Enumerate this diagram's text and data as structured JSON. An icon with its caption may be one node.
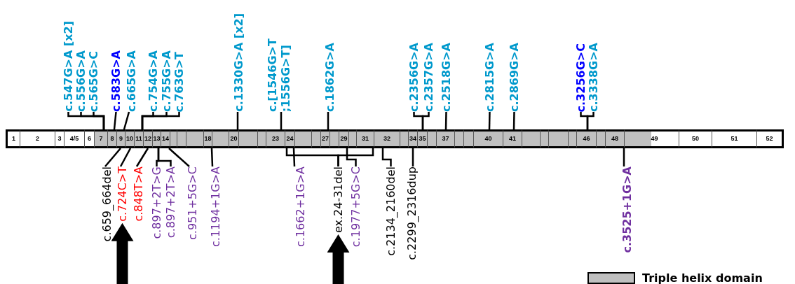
{
  "diagram": {
    "nodes": [
      {
        "text": [
          "c.547G>A [x2]"
        ]
      },
      {
        "text": [
          "c.556G>A"
        ]
      },
      {
        "text": [
          "c.565G>C"
        ]
      },
      {
        "text": [
          "c.583G>A"
        ]
      },
      {
        "text": [
          "c.665G>A"
        ]
      },
      {
        "text": [
          "c.754G>A"
        ]
      },
      {
        "text": [
          "c.755G>A"
        ]
      },
      {
        "text": [
          "c.763G>T"
        ]
      },
      {
        "text": [
          "c.1330G>A [x2]"
        ]
      },
      {
        "text": [
          "c.[1546G>T ;1556G>T]"
        ]
      },
      {
        "text": [
          "c.1862G>A"
        ]
      },
      {
        "text": [
          "c.2356G>A"
        ]
      },
      {
        "text": [
          "c.2357G>A"
        ]
      },
      {
        "text": [
          "c.2518G>A"
        ]
      },
      {
        "text": [
          "c.2815G>A"
        ]
      },
      {
        "text": [
          "c.2869G>A"
        ]
      },
      {
        "text": [
          "c.3256G>C"
        ]
      },
      {
        "text": [
          "c.3338G>A"
        ]
      },
      {
        "text": [
          "1"
        ]
      },
      {
        "text": [
          "2"
        ]
      },
      {
        "text": [
          "3"
        ]
      },
      {
        "text": [
          "4/5"
        ]
      },
      {
        "text": [
          "6"
        ]
      },
      {
        "text": [
          "7"
        ]
      },
      {
        "text": [
          "8"
        ]
      },
      {
        "text": [
          "9"
        ]
      },
      {
        "text": [
          "10"
        ]
      },
      {
        "text": [
          "11"
        ]
      },
      {
        "text": [
          "12"
        ]
      },
      {
        "text": [
          "13"
        ]
      },
      {
        "text": [
          "14"
        ]
      },
      {
        "text": [],
        "shape": "box"
      },
      {
        "text": [],
        "shape": "box"
      },
      {
        "text": [],
        "shape": "box"
      },
      {
        "text": [
          "18"
        ]
      },
      {
        "text": [],
        "shape": "box"
      },
      {
        "text": [
          "20"
        ]
      },
      {
        "text": [],
        "shape": "box"
      },
      {
        "text": [],
        "shape": "box"
      },
      {
        "text": [
          "23"
        ]
      },
      {
        "text": [
          "24"
        ]
      },
      {
        "text": [],
        "shape": "box"
      },
      {
        "text": [],
        "shape": "box"
      },
      {
        "text": [
          "27"
        ]
      },
      {
        "text": [],
        "shape": "box"
      },
      {
        "text": [
          "29"
        ]
      },
      {
        "text": [],
        "shape": "box"
      },
      {
        "text": [
          "31"
        ]
      },
      {
        "text": [
          "32"
        ]
      },
      {
        "text": [],
        "shape": "box"
      },
      {
        "text": [
          "34"
        ]
      },
      {
        "text": [
          "35"
        ]
      },
      {
        "text": [],
        "shape": "box"
      },
      {
        "text": [
          "37"
        ]
      },
      {
        "text": [],
        "shape": "box"
      },
      {
        "text": [],
        "shape": "box"
      },
      {
        "text": [
          "40"
        ]
      },
      {
        "text": [
          "41"
        ]
      },
      {
        "text": [],
        "shape": "box"
      },
      {
        "text": [],
        "shape": "box"
      },
      {
        "text": [],
        "shape": "box"
      },
      {
        "text": [],
        "shape": "box"
      },
      {
        "text": [
          "46"
        ]
      },
      {
        "text": [],
        "shape": "box"
      },
      {
        "text": [
          "48"
        ]
      },
      {
        "text": [
          "49"
        ]
      },
      {
        "text": [
          "50"
        ]
      },
      {
        "text": [
          "51"
        ]
      },
      {
        "text": [
          "52"
        ]
      },
      {
        "text": [
          "c.659_664del"
        ]
      },
      {
        "text": [
          "c.724C>T"
        ]
      },
      {
        "text": [
          "c.848T>A"
        ]
      },
      {
        "text": [
          "c.897+2T>G"
        ]
      },
      {
        "text": [
          "c.897+2T>A"
        ]
      },
      {
        "text": [
          "c.951+5G>C"
        ]
      },
      {
        "text": [
          "c.1194+1G>A"
        ]
      },
      {
        "text": [
          "c.1662+1G>A"
        ]
      },
      {
        "text": [
          "ex.24-31del"
        ]
      },
      {
        "text": [
          "c.1977+5G>C"
        ]
      },
      {
        "text": [
          "c.2134_2160del"
        ]
      },
      {
        "text": [
          "c.2299_2316dup"
        ]
      },
      {
        "text": [
          "c.3525+1G>A"
        ]
      }
    ],
    "edges": [
      {
        "from": 0,
        "to": 23,
        "arrow": "none"
      },
      {
        "from": 1,
        "to": 23,
        "arrow": "none"
      },
      {
        "from": 2,
        "to": 23,
        "arrow": "none"
      },
      {
        "from": 3,
        "to": 24,
        "arrow": "none"
      },
      {
        "from": 4,
        "to": 25,
        "arrow": "none"
      },
      {
        "from": 5,
        "to": 27,
        "arrow": "none"
      },
      {
        "from": 6,
        "to": 27,
        "arrow": "none"
      },
      {
        "from": 7,
        "to": 27,
        "arrow": "none"
      },
      {
        "from": 8,
        "to": 36,
        "arrow": "none"
      },
      {
        "from": 9,
        "to": 39,
        "arrow": "none"
      },
      {
        "from": 10,
        "to": 43,
        "arrow": "none"
      },
      {
        "from": 11,
        "to": 51,
        "arrow": "none"
      },
      {
        "from": 12,
        "to": 51,
        "arrow": "none"
      },
      {
        "from": 13,
        "to": 53,
        "arrow": "none"
      },
      {
        "from": 14,
        "to": 56,
        "arrow": "none"
      },
      {
        "from": 15,
        "to": 57,
        "arrow": "none"
      },
      {
        "from": 16,
        "to": 62,
        "arrow": "none"
      },
      {
        "from": 17,
        "to": 62,
        "arrow": "none"
      },
      {
        "from": 69,
        "to": 25,
        "arrow": "none"
      },
      {
        "from": 70,
        "to": 26,
        "arrow": "none"
      },
      {
        "from": 71,
        "to": 28,
        "arrow": "none"
      },
      {
        "from": 72,
        "to": 29,
        "arrow": "none"
      },
      {
        "from": 73,
        "to": 29,
        "arrow": "none"
      },
      {
        "from": 74,
        "to": 30,
        "arrow": "none"
      },
      {
        "from": 75,
        "to": 34,
        "arrow": "none"
      },
      {
        "from": 76,
        "to": 40,
        "arrow": "none"
      },
      {
        "from": 77,
        "to": 40,
        "arrow": "none"
      },
      {
        "from": 77,
        "to": 47,
        "arrow": "none"
      },
      {
        "from": 78,
        "to": 45,
        "arrow": "none"
      },
      {
        "from": 79,
        "to": 48,
        "arrow": "none"
      },
      {
        "from": 80,
        "to": 50,
        "arrow": "none"
      },
      {
        "from": 81,
        "to": 64,
        "arrow": "none"
      },
      {
        "from": null,
        "to": 70,
        "arrow": "to",
        "style": "thick"
      },
      {
        "from": null,
        "to": 77,
        "arrow": "to",
        "style": "thick"
      }
    ],
    "legend": [
      {
        "text": "Triple helix domain",
        "color": "#c0c0c0"
      }
    ]
  }
}
